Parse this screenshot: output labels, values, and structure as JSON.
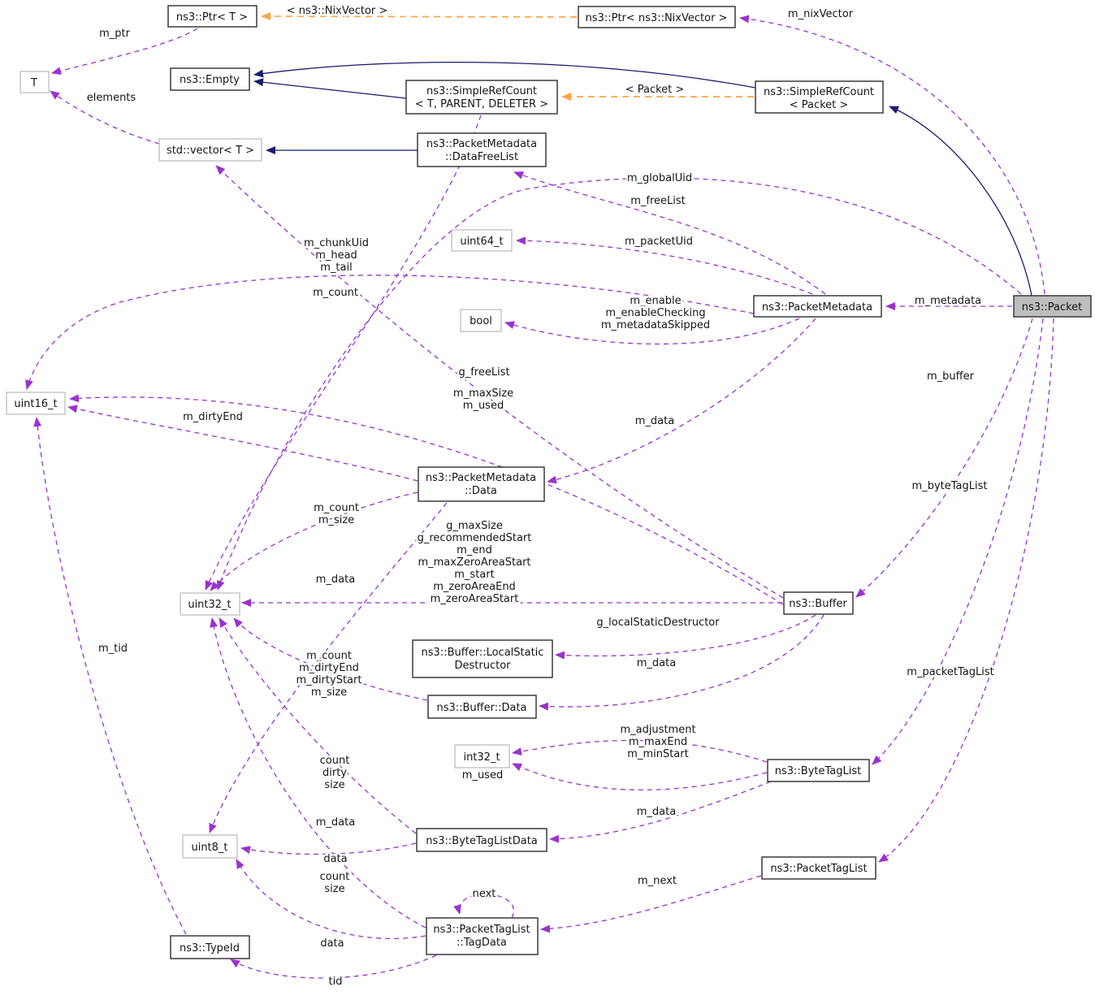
{
  "diagram_title": "ns3::Packet collaboration diagram",
  "colors": {
    "usage_edge": "#9a32cd",
    "inheritance_edge": "#1b1b70",
    "template_edge": "#ffa342",
    "node_border": "#2e2e2e",
    "typedef_node_border": "#b9b9b9",
    "selected_node_fill": "#bebebe",
    "background": "#ffffff"
  },
  "nodes": {
    "ptr_t": {
      "label": "ns3::Ptr< T >"
    },
    "ptr_nixvector": {
      "label": "ns3::Ptr< ns3::NixVector >"
    },
    "t": {
      "label": "T"
    },
    "empty": {
      "label": "ns3::Empty"
    },
    "simple_ref_count_tpl": {
      "line1": "ns3::SimpleRefCount",
      "line2": "< T, PARENT, DELETER >"
    },
    "simple_ref_count_packet": {
      "line1": "ns3::SimpleRefCount",
      "line2": "< Packet >"
    },
    "std_vector": {
      "label": "std::vector< T >"
    },
    "data_free_list": {
      "line1": "ns3::PacketMetadata",
      "line2": "::DataFreeList"
    },
    "uint64_t": {
      "label": "uint64_t"
    },
    "bool": {
      "label": "bool"
    },
    "packet_metadata": {
      "label": "ns3::PacketMetadata"
    },
    "packet": {
      "label": "ns3::Packet"
    },
    "uint16_t": {
      "label": "uint16_t"
    },
    "packet_metadata_data": {
      "line1": "ns3::PacketMetadata",
      "line2": "::Data"
    },
    "uint32_t": {
      "label": "uint32_t"
    },
    "buffer": {
      "label": "ns3::Buffer"
    },
    "local_static_destructor": {
      "line1": "ns3::Buffer::LocalStatic",
      "line2": "Destructor"
    },
    "buffer_data": {
      "label": "ns3::Buffer::Data"
    },
    "int32_t": {
      "label": "int32_t"
    },
    "byte_tag_list": {
      "label": "ns3::ByteTagList"
    },
    "byte_tag_list_data": {
      "label": "ns3::ByteTagListData"
    },
    "uint8_t": {
      "label": "uint8_t"
    },
    "packet_tag_list": {
      "label": "ns3::PacketTagList"
    },
    "tag_data": {
      "line1": "ns3::PacketTagList",
      "line2": "::TagData"
    },
    "type_id": {
      "label": "ns3::TypeId"
    }
  },
  "edge_labels": {
    "nixvector_tpl": "< ns3::NixVector >",
    "packet_tpl": "< Packet >",
    "m_ptr": "m_ptr",
    "elements": "elements",
    "m_nixVector": "m_nixVector",
    "m_globalUid": "m_globalUid",
    "m_freeList": "m_freeList",
    "m_packetUid": "m_packetUid",
    "chunk": {
      "l1": "m_chunkUid",
      "l2": "m_head",
      "l3": "m_tail"
    },
    "m_count_src": "m_count",
    "enable": {
      "l1": "m_enable",
      "l2": "m_enableChecking",
      "l3": "m_metadataSkipped"
    },
    "m_metadata": "m_metadata",
    "m_buffer": "m_buffer",
    "g_freeList": "g_freeList",
    "maxsize_used": {
      "l1": "m_maxSize",
      "l2": "m_used"
    },
    "m_dirtyEnd": "m_dirtyEnd",
    "m_data_pm": "m_data",
    "m_byteTagList": "m_byteTagList",
    "count_size_pmdata": {
      "l1": "m_count",
      "l2": "m_size"
    },
    "buffer_fields": {
      "l1": "g_maxSize",
      "l2": "g_recommendedStart",
      "l3": "m_end",
      "l4": "m_maxZeroAreaStart",
      "l5": "m_start",
      "l6": "m_zeroAreaEnd",
      "l7": "m_zeroAreaStart"
    },
    "m_data_pmdata": "m_data",
    "g_localStaticDestructor": "g_localStaticDestructor",
    "m_data_buffer": "m_data",
    "bufferdata_fields": {
      "l1": "m_count",
      "l2": "m_dirtyEnd",
      "l3": "m_dirtyStart",
      "l4": "m_size"
    },
    "m_tid": "m_tid",
    "cds": {
      "l1": "count",
      "l2": "dirty",
      "l3": "size"
    },
    "adjustment": {
      "l1": "m_adjustment",
      "l2": "m_maxEnd",
      "l3": "m_minStart"
    },
    "m_used": "m_used",
    "m_data_btl": "m_data",
    "m_data_btld": "m_data",
    "data_btld": "data",
    "count_size_tag": {
      "l1": "count",
      "l2": "size"
    },
    "m_packetTagList": "m_packetTagList",
    "m_next": "m_next",
    "next": "next",
    "data_tag": "data",
    "tid": "tid"
  }
}
